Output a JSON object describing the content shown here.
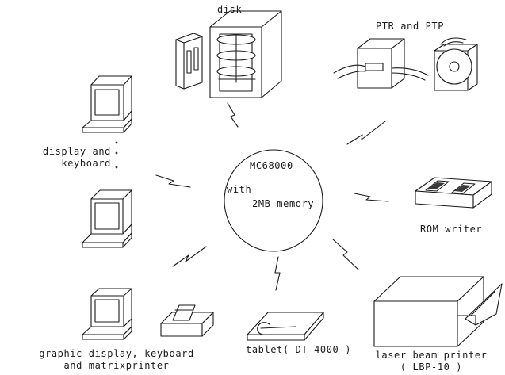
{
  "center": {
    "line1": "MC68000",
    "line2": "with",
    "line3": "2MB memory"
  },
  "peripherals": {
    "disk": "disk",
    "ptr_ptp": "PTR and PTP",
    "display_keyboard_1": "display and",
    "display_keyboard_2": "keyboard",
    "rom_writer": "ROM writer",
    "graphic_1": "graphic display, keyboard",
    "graphic_2": "and matrixprinter",
    "tablet": "tablet( DT-4000 )",
    "laser_1": "laser beam printer",
    "laser_2": "( LBP-10 )"
  }
}
